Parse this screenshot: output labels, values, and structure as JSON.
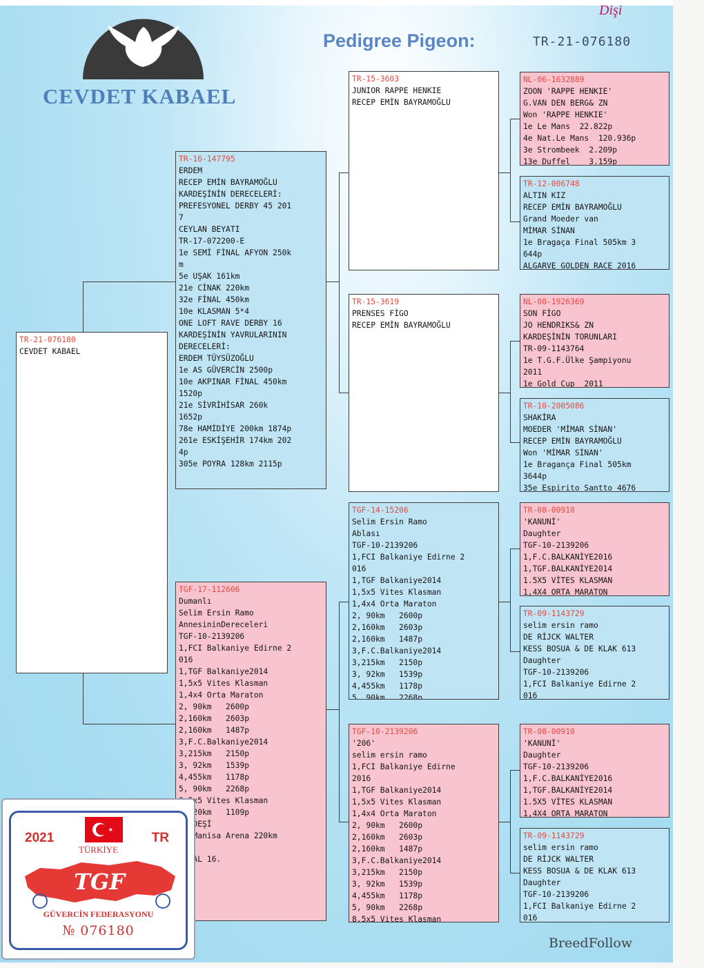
{
  "header": {
    "title": "Pedigree Pigeon:",
    "ring": "TR-21-076180",
    "owner": "CEVDET KABAEL",
    "gender_mark": "Dişi"
  },
  "subject": {
    "ring": "TR-21-076180",
    "lines": [
      "CEVDET KABAEL"
    ]
  },
  "sire": {
    "ring": "TR-16-147795",
    "lines": [
      "ERDEM",
      "RECEP EMİN BAYRAMOĞLU",
      "KARDEŞİNİN DERECELERİ:",
      "PREFESYONEL DERBY 45 201",
      "7",
      "CEYLAN BEYATI",
      "TR-17-072200-E",
      "1e SEMİ FİNAL AFYON 250k",
      "m",
      "5e UŞAK 161km",
      "21e CİNAK 220km",
      "32e FİNAL 450km",
      "10e KLASMAN 5*4",
      "ONE LOFT RAVE DERBY 16",
      "KARDEŞİNİN YAVRULARININ",
      "DERECELERİ:",
      "ERDEM TÜYSÜZOĞLU",
      "1e AS GÜVERCİN 2500p",
      "10e AKPINAR FİNAL 450km",
      "1520p",
      "21e SİVRİHİSAR 260k",
      "1652p",
      "78e HAMİDİYE 200km 1874p",
      "261e ESKİŞEHİR 174km 202",
      "4p",
      "305e POYRA 128km 2115p"
    ]
  },
  "dam": {
    "ring": "TGF-17-112606",
    "lines": [
      "Dumanlı",
      "Selim Ersin Ramo",
      "AnnesininDereceleri",
      "TGF-10-2139206",
      "1,FCI Balkaniye Edirne 2",
      "016",
      "1,TGF Balkaniye2014",
      "1,5x5 Vites Klasman",
      "1,4x4 Orta Maraton",
      "2, 90km   2600p",
      "2,160km   2603p",
      "2,160km   1487p",
      "3,F.C.Balkaniye2014",
      "3,215km   2150p",
      "3, 92km   1539p",
      "4,455km   1178p",
      "5, 90km   2268p",
      "8,5x5 Vites Klasman",
      "6,220km   1109p",
      "KARDEŞİ",
      "20 Manisa Arena 220km",
      "",
      "FİNAL 16."
    ]
  },
  "ss": {
    "ring": "TR-15-3603",
    "lines": [
      "JUNIOR RAPPE HENKIE",
      "RECEP EMİN BAYRAMOĞLU"
    ]
  },
  "sd": {
    "ring": "TR-15-3619",
    "lines": [
      "PRENSES FİGO",
      "RECEP EMİN BAYRAMOĞLU"
    ]
  },
  "ds": {
    "ring": "TGF-14-15206",
    "lines": [
      "Selim Ersin Ramo",
      "Ablası",
      "TGF-10-2139206",
      "1,FCI Balkaniye Edirne 2",
      "016",
      "1,TGF Balkaniye2014",
      "1,5x5 Vites Klasman",
      "1,4x4 Orta Maraton",
      "2, 90km   2600p",
      "2,160km   2603p",
      "2,160km   1487p",
      "3,F.C.Balkaniye2014",
      "3,215km   2150p",
      "3, 92km   1539p",
      "4,455km   1178p",
      "5, 90km   2268p"
    ]
  },
  "dd": {
    "ring": "TGF-10-2139206",
    "lines": [
      "'206'",
      "selim ersin ramo",
      "1,FCI Balkaniye Edirne",
      "2016",
      "1,TGF Balkaniye2014",
      "1,5x5 Vites Klasman",
      "1,4x4 Orta Maraton",
      "2, 90km   2600p",
      "2,160km   2603p",
      "2,160km   1487p",
      "3,F.C.Balkaniye2014",
      "3,215km   2150p",
      "3, 92km   1539p",
      "4,455km   1178p",
      "5, 90km   2268p",
      "8,5x5 Vites Klasman"
    ]
  },
  "sss": {
    "ring": "NL-06-1632889",
    "lines": [
      "ZOON 'RAPPE HENKIE'",
      "G.VAN DEN BERG& ZN",
      "Won 'RAPPE HENKIE'",
      "1e Le Mans  22.822p",
      "4e Nat.Le Mans  120.936p",
      "3e Strombeek  2.209p",
      "13e Duffel    3.159p"
    ]
  },
  "ssd": {
    "ring": "TR-12-006748",
    "lines": [
      "ALTIN KIZ",
      "RECEP EMİN BAYRAMOĞLU",
      "Grand Moeder van",
      "MİMAR SİNAN",
      "1e Bragaça Final 505km 3",
      "644p",
      "ALGARVE GOLDEN RACE 2016"
    ]
  },
  "sds": {
    "ring": "NL-08-1926369",
    "lines": [
      "SON FİGO",
      "JO HENDRIKS& ZN",
      "KARDEŞİNİN TORUNLARI",
      "TR-09-1143764",
      "1e T.G.F.Ülke Şampiyonu",
      "2011",
      "1e Gold Cup  2011"
    ]
  },
  "sdd": {
    "ring": "TR-10-2005086",
    "lines": [
      "SHAKİRA",
      "MOEDER 'MİMAR SİNAN'",
      "RECEP EMİN BAYRAMOĞLU",
      "Won 'MİMAR SİNAN'",
      "1e Bragança Final 505km",
      "3644p",
      "35e Espirito Santto 4676"
    ]
  },
  "dss": {
    "ring": "TR-08-00910",
    "lines": [
      "'KANUNİ'",
      "Daughter",
      "TGF-10-2139206",
      "1,F.C.BALKANİYE2016",
      "1,TGF.BALKANİYE2014",
      "1.5X5 VİTES KLASMAN",
      "1,4X4 ORTA MARATON"
    ]
  },
  "dsd": {
    "ring": "TR-09-1143729",
    "lines": [
      "selim ersin ramo",
      "DE RİJCK WALTER",
      "KESS BOSUA & DE KLAK 613",
      "Daughter",
      "TGF-10-2139206",
      "1,FCI Balkaniye Edirne 2",
      "016"
    ]
  },
  "dds": {
    "ring": "TR-08-00910",
    "lines": [
      "'KANUNİ'",
      "Daughter",
      "TGF-10-2139206",
      "1,F.C.BALKANİYE2016",
      "1,TGF.BALKANİYE2014",
      "1.5X5 VİTES KLASMAN",
      "1,4X4 ORTA MARATON"
    ]
  },
  "ddd": {
    "ring": "TR-09-1143729",
    "lines": [
      "selim ersin ramo",
      "DE RİJCK WALTER",
      "KESS BOSUA & DE KLAK 613",
      "Daughter",
      "TGF-10-2139206",
      "1,FCI Balkaniye Edirne 2",
      "016"
    ]
  },
  "stamp": {
    "year": "2021",
    "country_code": "TR",
    "country": "TÜRKİYE",
    "logo_text": "TGF",
    "federation": "GÜVERCİN FEDERASYONU",
    "number": "№ 076180"
  },
  "footer": {
    "brand": "BreedFollow"
  },
  "colors": {
    "ring_red": "#e8493d",
    "blue_box": "#bfe5f5",
    "pink_box": "#f8c4cf",
    "title_blue": "#5b86c4"
  }
}
